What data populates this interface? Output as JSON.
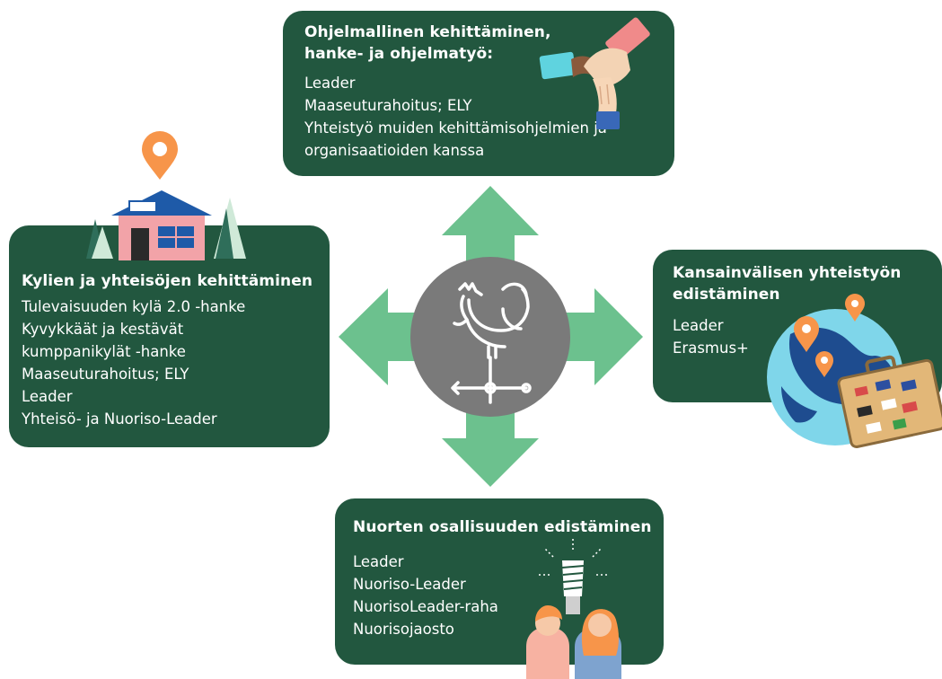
{
  "colors": {
    "box_bg": "#22573f",
    "arrow": "#6cc18e",
    "center_circle": "#7a7a7a",
    "pin": "#f7954a"
  },
  "top_box": {
    "title_line1": "Ohjelmallinen kehittäminen,",
    "title_line2": "hanke- ja ohjelmatyö:",
    "items": [
      "Leader",
      "Maaseuturahoitus; ELY",
      "Yhteistyö muiden kehittämisohjelmien ja",
      "organisaatioiden kanssa"
    ],
    "icon": "handshake-icon"
  },
  "left_box": {
    "title": "Kylien ja yhteisöjen kehittäminen",
    "items": [
      "Tulevaisuuden kylä 2.0 -hanke",
      "Kyvykkäät ja kestävät",
      "kumppanikylät -hanke",
      "Maaseuturahoitus; ELY",
      "Leader",
      "Yhteisö- ja Nuoriso-Leader"
    ],
    "icon": "village-house-icon"
  },
  "right_box": {
    "title_line1": "Kansainvälisen yhteistyön",
    "title_line2": "edistäminen",
    "items": [
      "Leader",
      "Erasmus+"
    ],
    "icon": "globe-suitcase-icon"
  },
  "bottom_box": {
    "title": "Nuorten osallisuuden edistäminen",
    "items": [
      "Leader",
      "Nuoriso-Leader",
      "NuorisoLeader-raha",
      "Nuorisojaosto"
    ],
    "icon": "young-people-lightbulb-icon"
  },
  "center": {
    "icon": "rooster-weathervane-icon"
  }
}
